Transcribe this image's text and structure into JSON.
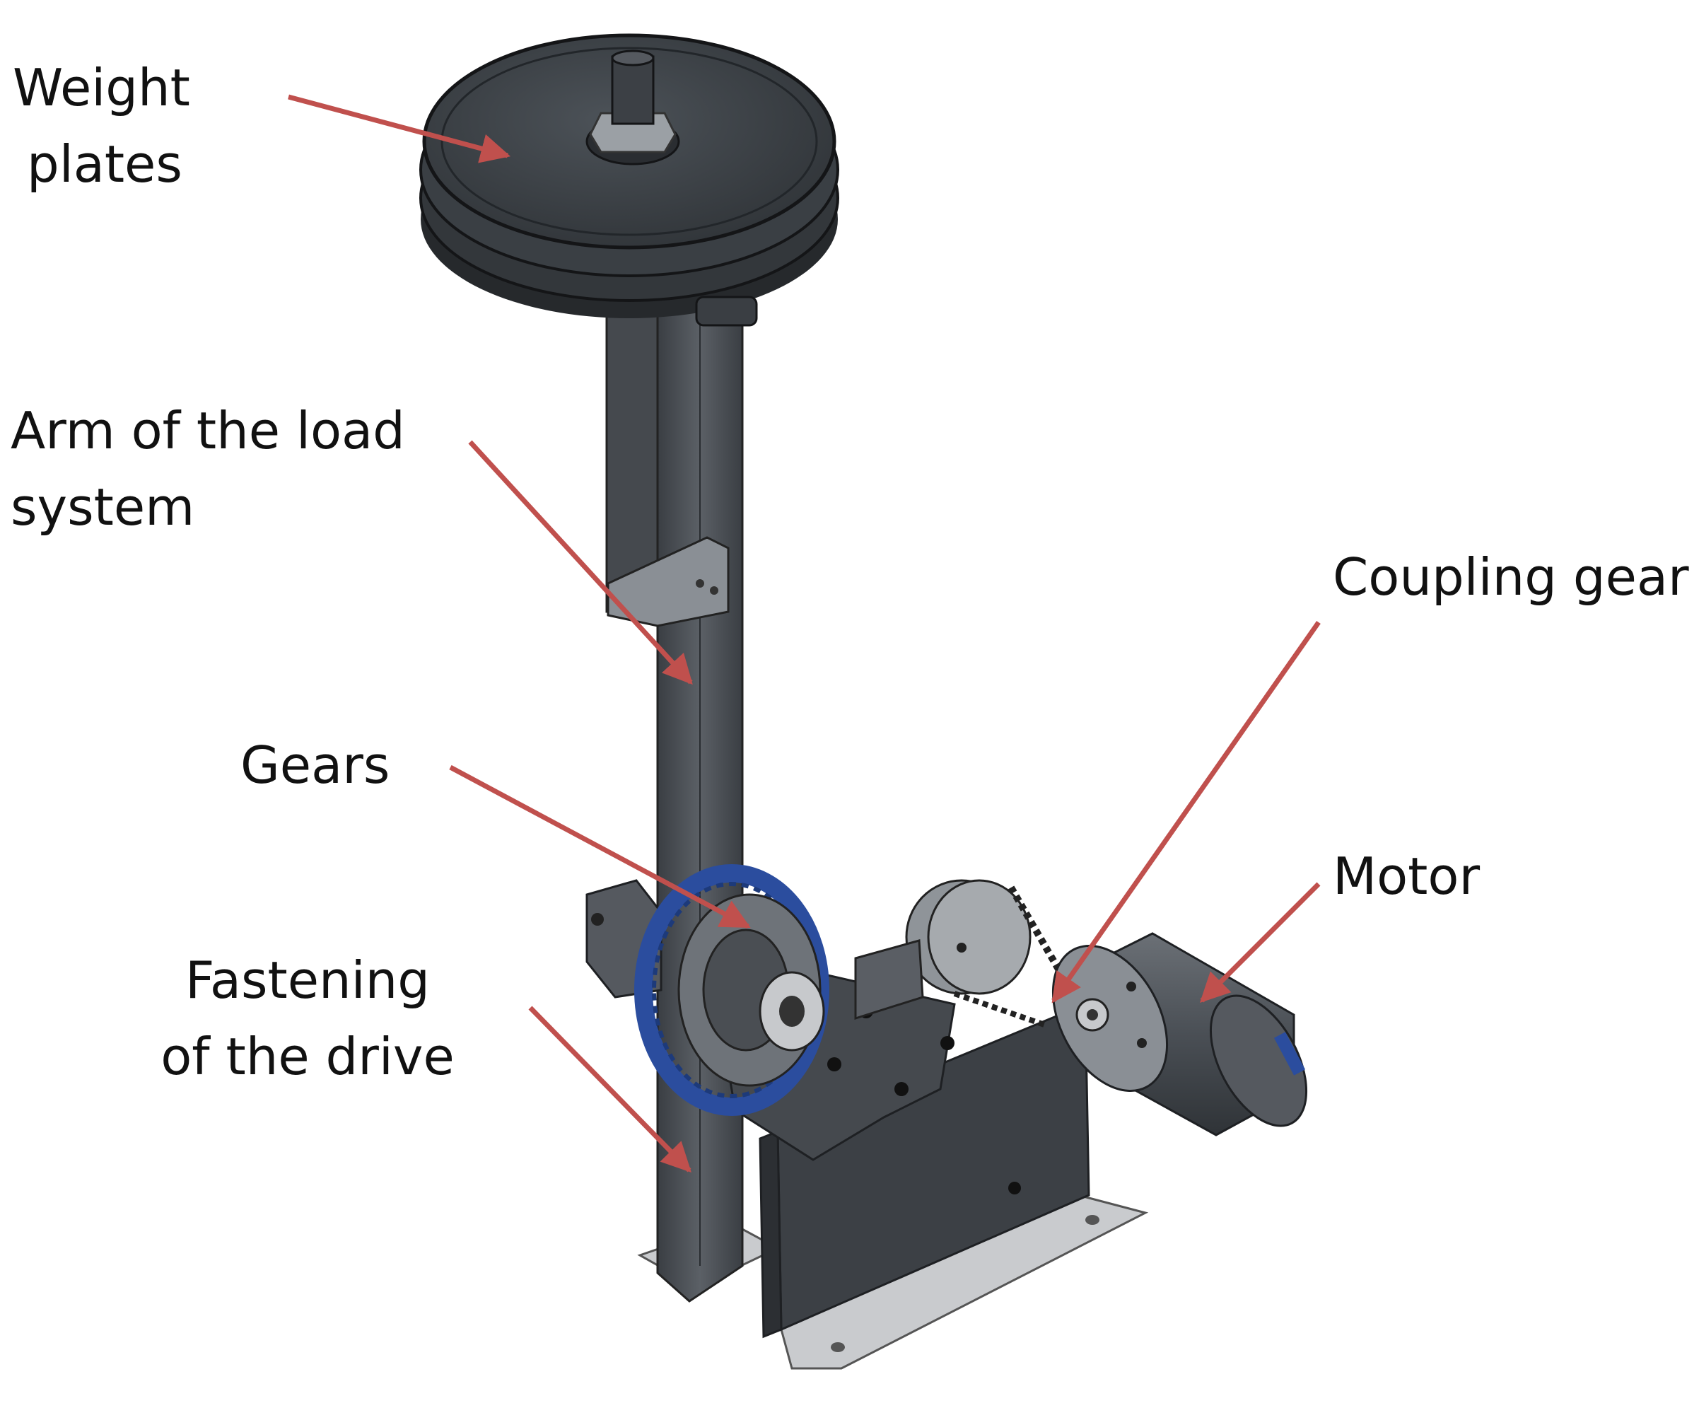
{
  "labels": {
    "weight_plates": [
      "Weight",
      "plates"
    ],
    "arm": [
      "Arm of the load",
      "system"
    ],
    "coupling_gear": "Coupling gear",
    "gears": "Gears",
    "motor": "Motor",
    "fastening": [
      "Fastening",
      "of the drive"
    ]
  },
  "colors": {
    "arrow": "#c0504d",
    "plate": "#3d4247",
    "steel": "#4a4e53",
    "steel_dark": "#2f3236",
    "steel_light": "#6d7278",
    "belt": "#2b4d9e",
    "background": "#ffffff",
    "text": "#111111"
  }
}
